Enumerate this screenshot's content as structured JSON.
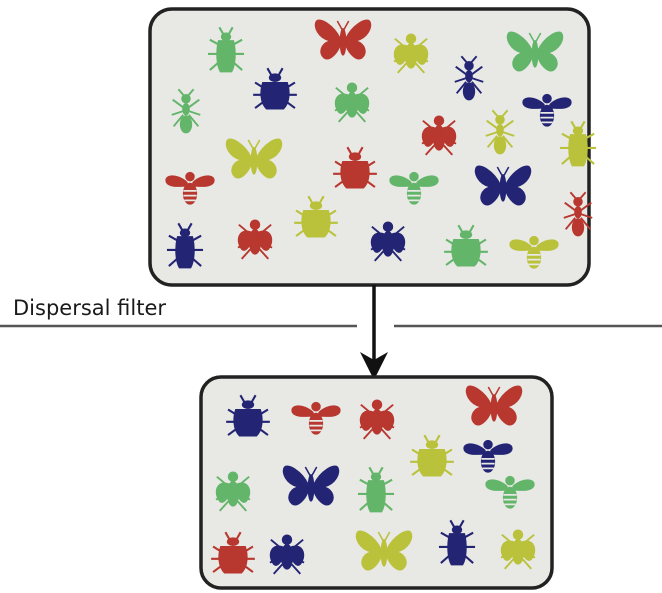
{
  "labels": {
    "filter": "Dispersal filter"
  },
  "colors": {
    "red": "#b8372f",
    "green": "#63b56a",
    "lime": "#b9c23a",
    "navy": "#232474",
    "panel_fill": "#e8e8e4",
    "panel_border": "#222222",
    "line": "#555555",
    "arrow": "#111111"
  },
  "pools": {
    "regional": {
      "insects": [
        {
          "kind": "beetle-long",
          "color": "green"
        },
        {
          "kind": "butterfly",
          "color": "red"
        },
        {
          "kind": "fly",
          "color": "lime"
        },
        {
          "kind": "butterfly",
          "color": "green"
        },
        {
          "kind": "ant",
          "color": "green"
        },
        {
          "kind": "beetle-round",
          "color": "navy"
        },
        {
          "kind": "fly",
          "color": "green"
        },
        {
          "kind": "ant",
          "color": "navy"
        },
        {
          "kind": "bee",
          "color": "navy"
        },
        {
          "kind": "butterfly",
          "color": "lime"
        },
        {
          "kind": "fly",
          "color": "red"
        },
        {
          "kind": "ant",
          "color": "lime"
        },
        {
          "kind": "beetle-long",
          "color": "lime"
        },
        {
          "kind": "beetle-round",
          "color": "red"
        },
        {
          "kind": "bee",
          "color": "red"
        },
        {
          "kind": "bee",
          "color": "green"
        },
        {
          "kind": "butterfly",
          "color": "navy"
        },
        {
          "kind": "ant",
          "color": "red"
        },
        {
          "kind": "beetle-long",
          "color": "navy"
        },
        {
          "kind": "fly",
          "color": "red"
        },
        {
          "kind": "beetle-round",
          "color": "lime"
        },
        {
          "kind": "fly",
          "color": "navy"
        },
        {
          "kind": "beetle-round",
          "color": "green"
        },
        {
          "kind": "bee",
          "color": "lime"
        }
      ]
    },
    "local": {
      "insects": [
        {
          "kind": "beetle-round",
          "color": "navy"
        },
        {
          "kind": "bee",
          "color": "red"
        },
        {
          "kind": "fly",
          "color": "red"
        },
        {
          "kind": "butterfly",
          "color": "red"
        },
        {
          "kind": "beetle-round",
          "color": "lime"
        },
        {
          "kind": "bee",
          "color": "navy"
        },
        {
          "kind": "fly",
          "color": "green"
        },
        {
          "kind": "butterfly",
          "color": "navy"
        },
        {
          "kind": "beetle-long",
          "color": "green"
        },
        {
          "kind": "bee",
          "color": "green"
        },
        {
          "kind": "beetle-round",
          "color": "red"
        },
        {
          "kind": "fly",
          "color": "navy"
        },
        {
          "kind": "butterfly",
          "color": "lime"
        },
        {
          "kind": "beetle-long",
          "color": "navy"
        },
        {
          "kind": "fly",
          "color": "lime"
        }
      ]
    }
  }
}
